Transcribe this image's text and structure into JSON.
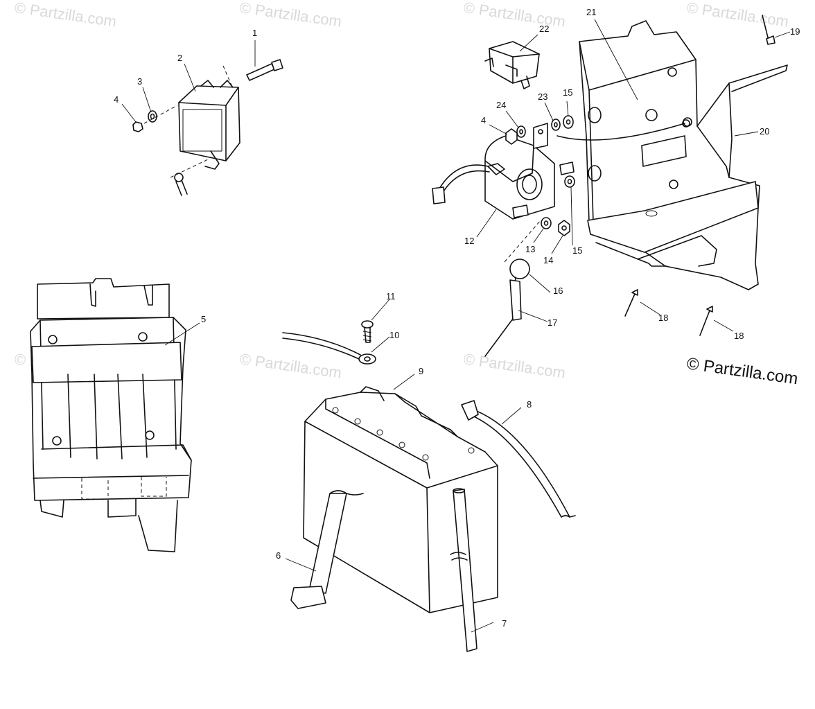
{
  "watermark": "© Partzilla.com",
  "brand": "© Partzilla.com",
  "callouts": [
    "1",
    "2",
    "3",
    "4",
    "4",
    "5",
    "6",
    "7",
    "8",
    "9",
    "10",
    "11",
    "12",
    "13",
    "14",
    "15",
    "15",
    "16",
    "17",
    "18",
    "18",
    "19",
    "20",
    "21",
    "22",
    "23",
    "24"
  ],
  "colors": {
    "ink": "#111111",
    "watermark": "#d9d9d9",
    "background": "#ffffff"
  }
}
